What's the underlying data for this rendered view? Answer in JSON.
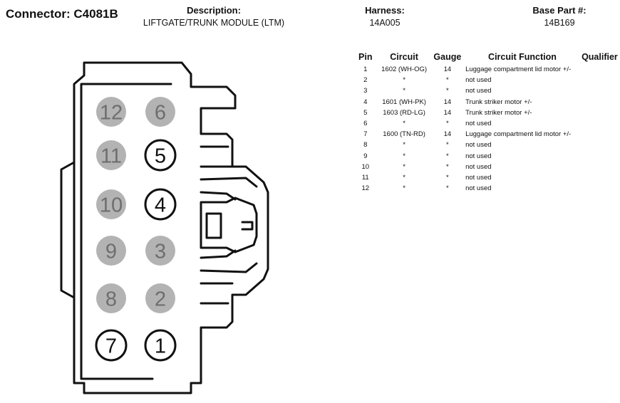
{
  "header": {
    "connector": "Connector: C4081B",
    "description_label": "Description:",
    "description_value": "LIFTGATE/TRUNK MODULE (LTM)",
    "harness_label": "Harness:",
    "harness_value": "14A005",
    "base_part_label": "Base Part #:",
    "base_part_value": "14B169"
  },
  "table": {
    "columns": [
      "Pin",
      "Circuit",
      "Gauge",
      "Circuit Function",
      "Qualifier"
    ],
    "rows": [
      {
        "pin": "1",
        "circuit": "1602 (WH-OG)",
        "gauge": "14",
        "function": "Luggage compartment lid motor +/-",
        "qualifier": ""
      },
      {
        "pin": "2",
        "circuit": "*",
        "gauge": "*",
        "function": "not used",
        "qualifier": ""
      },
      {
        "pin": "3",
        "circuit": "*",
        "gauge": "*",
        "function": "not used",
        "qualifier": ""
      },
      {
        "pin": "4",
        "circuit": "1601 (WH-PK)",
        "gauge": "14",
        "function": "Trunk striker motor +/-",
        "qualifier": ""
      },
      {
        "pin": "5",
        "circuit": "1603 (RD-LG)",
        "gauge": "14",
        "function": "Trunk striker motor +/-",
        "qualifier": ""
      },
      {
        "pin": "6",
        "circuit": "*",
        "gauge": "*",
        "function": "not used",
        "qualifier": ""
      },
      {
        "pin": "7",
        "circuit": "1600 (TN-RD)",
        "gauge": "14",
        "function": "Luggage compartment lid motor +/-",
        "qualifier": ""
      },
      {
        "pin": "8",
        "circuit": "*",
        "gauge": "*",
        "function": "not used",
        "qualifier": ""
      },
      {
        "pin": "9",
        "circuit": "*",
        "gauge": "*",
        "function": "not used",
        "qualifier": ""
      },
      {
        "pin": "10",
        "circuit": "*",
        "gauge": "*",
        "function": "not used",
        "qualifier": ""
      },
      {
        "pin": "11",
        "circuit": "*",
        "gauge": "*",
        "function": "not used",
        "qualifier": ""
      },
      {
        "pin": "12",
        "circuit": "*",
        "gauge": "*",
        "function": "not used",
        "qualifier": ""
      }
    ]
  },
  "diagram": {
    "colors": {
      "used_pin_fill": "#ffffff",
      "unused_pin_fill": "#b3b3b3",
      "used_pin_text": "#111111",
      "unused_pin_text": "#6e6e6e",
      "outline": "#111111"
    },
    "pins": [
      {
        "num": "12",
        "used": false
      },
      {
        "num": "6",
        "used": false
      },
      {
        "num": "11",
        "used": false
      },
      {
        "num": "5",
        "used": true
      },
      {
        "num": "10",
        "used": false
      },
      {
        "num": "4",
        "used": true
      },
      {
        "num": "9",
        "used": false
      },
      {
        "num": "3",
        "used": false
      },
      {
        "num": "8",
        "used": false
      },
      {
        "num": "2",
        "used": false
      },
      {
        "num": "7",
        "used": true
      },
      {
        "num": "1",
        "used": true
      }
    ]
  }
}
